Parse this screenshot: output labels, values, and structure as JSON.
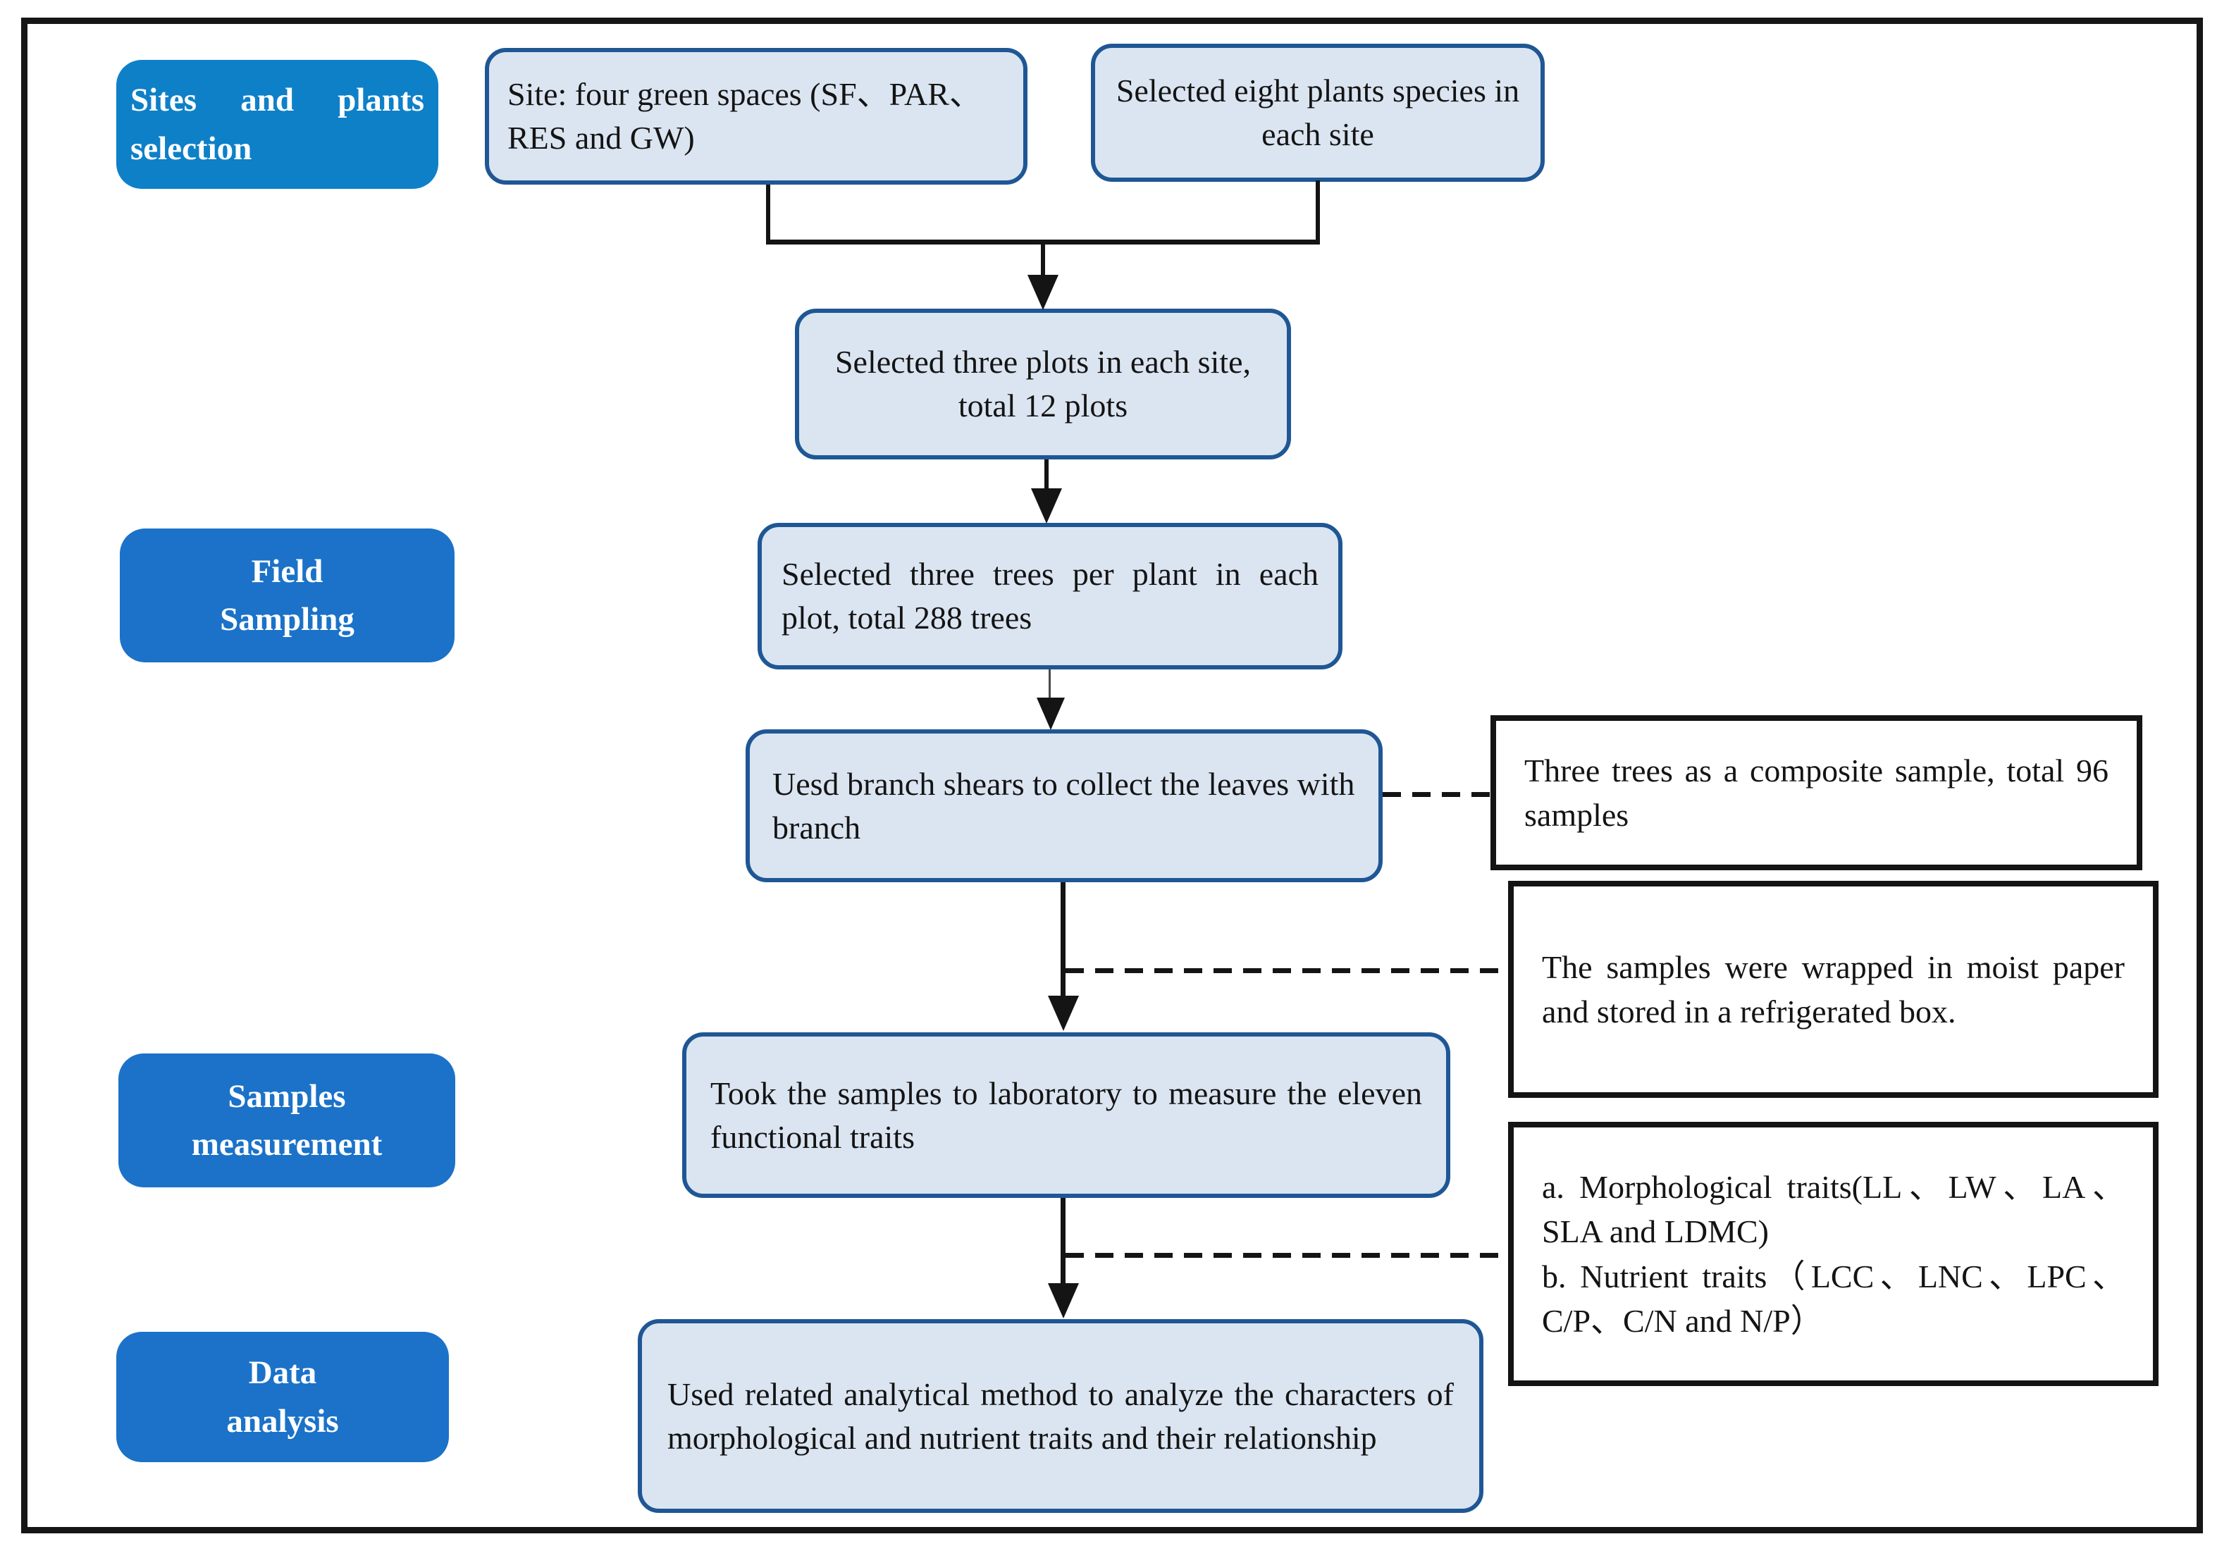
{
  "figure": {
    "type": "methodology-flowchart",
    "description_visible_only": true
  },
  "colors": {
    "stage_blue_primary": "#1b72c8",
    "stage_blue_cyanish": "#0e80c8",
    "step_fill": "#dbe5f1",
    "step_border": "#1f5795",
    "annotation_border": "#141414",
    "connector": "#141414",
    "text_dark": "#141414",
    "text_white": "#ffffff"
  },
  "labels": [
    {
      "text": "Sites and plants selection"
    },
    {
      "lines": [
        "Field",
        "Sampling"
      ]
    },
    {
      "lines": [
        "Samples",
        "measurement"
      ]
    },
    {
      "lines": [
        "Data",
        "analysis"
      ]
    }
  ],
  "steps": {
    "site_box": "Site: four green spaces (SF、PAR、RES and GW)",
    "species_box": "Selected eight plants species in each site",
    "plots_box": "Selected three plots in each site, total 12 plots",
    "trees_box": "Selected three trees per plant in each plot, total 288 trees",
    "shears_box": "Uesd branch shears to collect the leaves with branch",
    "lab_box": "Took the samples to laboratory to measure the eleven functional traits",
    "analysis_box": "Used related analytical method to analyze the characters of morphological and nutrient traits and their relationship"
  },
  "annotations": [
    {
      "text": "Three trees as a composite sample, total 96 samples"
    },
    {
      "text": "The samples were wrapped in moist paper and stored in a refrigerated box."
    },
    {
      "lines": [
        "a. Morphological traits(LL、LW、LA、SLA and LDMC)",
        "b. Nutrient traits（LCC、LNC、LPC、C/P、C/N and N/P）"
      ]
    }
  ]
}
